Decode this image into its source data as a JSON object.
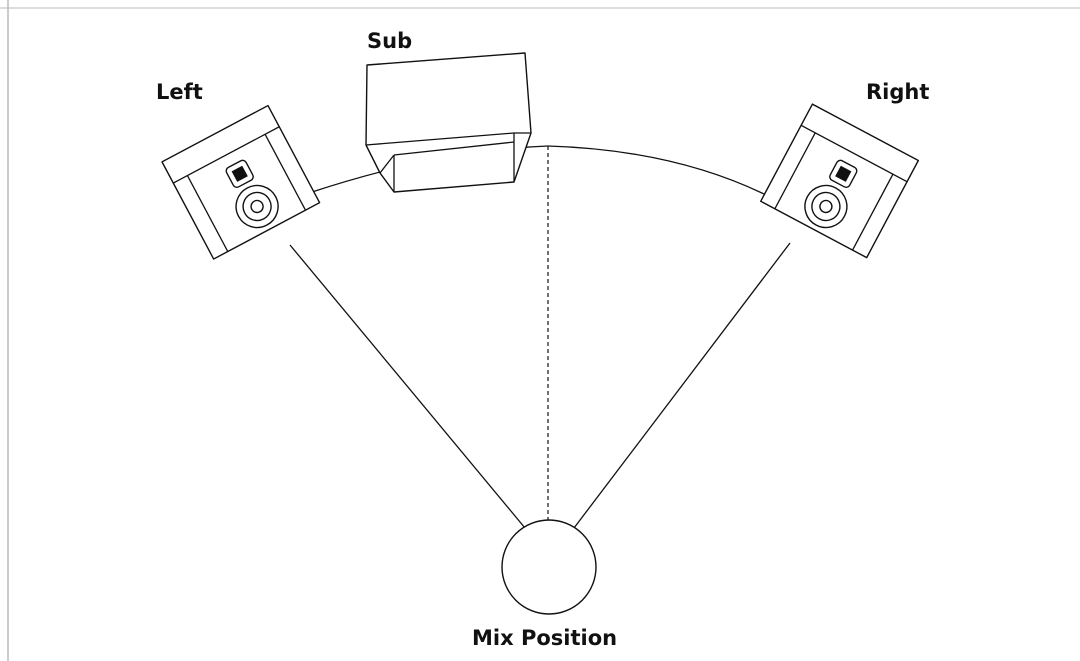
{
  "labels": {
    "left": "Left",
    "sub": "Sub",
    "right": "Right",
    "mix": "Mix Position"
  },
  "colors": {
    "stroke": "#111111",
    "background": "#ffffff",
    "frame": "#999999"
  },
  "icons": {
    "left_speaker": "studio-monitor-icon",
    "right_speaker": "studio-monitor-icon",
    "sub": "subwoofer-icon",
    "listener": "listener-circle-icon"
  }
}
